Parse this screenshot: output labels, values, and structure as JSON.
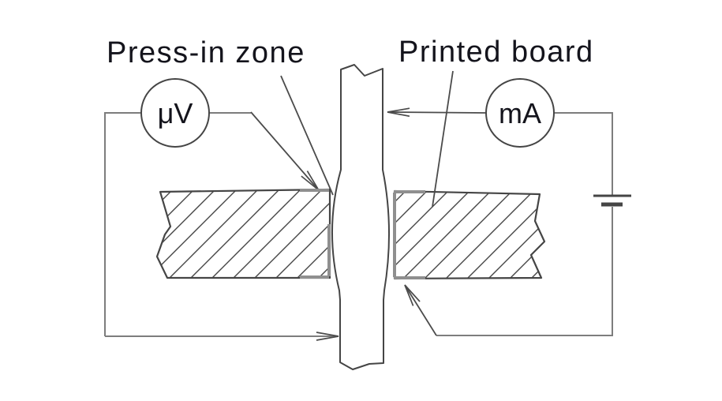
{
  "figure": {
    "press_in_zone_label": "Press-in zone",
    "printed_board_label": "Printed board",
    "voltmeter_label": "μV",
    "ammeter_label": "mA",
    "colors": {
      "background": "#ffffff",
      "outline": "#454545",
      "wire": "#7d7d7d",
      "leader": "#4b4b4b",
      "pad": "#8f8f8f",
      "text": "#14141c"
    }
  }
}
